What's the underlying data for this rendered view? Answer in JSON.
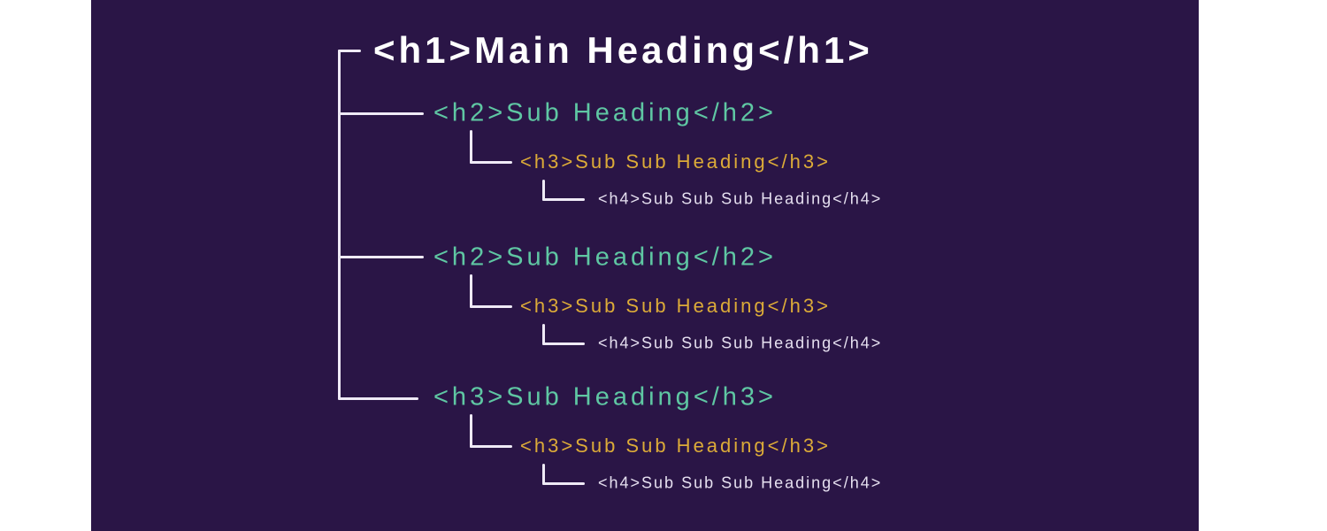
{
  "diagram": {
    "description": "HTML heading hierarchy tree",
    "root": {
      "tag": "h1",
      "label": "<h1>Main Heading</h1>"
    },
    "groups": [
      {
        "parent": {
          "tag": "h2",
          "label": "<h2>Sub Heading</h2>"
        },
        "child": {
          "tag": "h3",
          "label": "<h3>Sub Sub Heading</h3>"
        },
        "grandchild": {
          "tag": "h4",
          "label": "<h4>Sub Sub Sub Heading</h4>"
        }
      },
      {
        "parent": {
          "tag": "h2",
          "label": "<h2>Sub Heading</h2>"
        },
        "child": {
          "tag": "h3",
          "label": "<h3>Sub Sub Heading</h3>"
        },
        "grandchild": {
          "tag": "h4",
          "label": "<h4>Sub Sub Sub Heading</h4>"
        }
      },
      {
        "parent": {
          "tag": "h3",
          "label": "<h3>Sub Heading</h3>"
        },
        "child": {
          "tag": "h3",
          "label": "<h3>Sub Sub Heading</h3>"
        },
        "grandchild": {
          "tag": "h4",
          "label": "<h4>Sub Sub Sub Heading</h4>"
        }
      }
    ],
    "colors": {
      "page_background": "#ffffff",
      "panel_background": "#2a1546",
      "h1_text": "#ffffff",
      "h2_text": "#5fc7a3",
      "h3_text": "#dcab38",
      "h4_text": "#e6e0f0",
      "tree_lines": "#efeaf6"
    }
  }
}
